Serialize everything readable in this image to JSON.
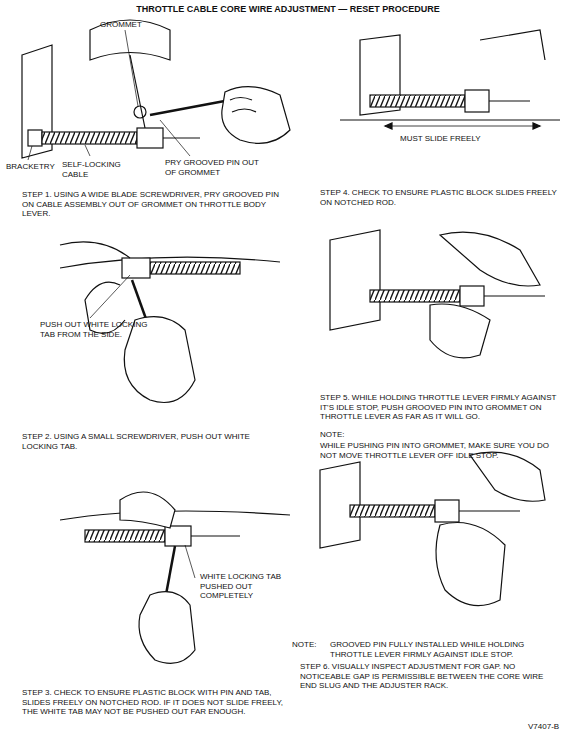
{
  "diagram": {
    "title": "THROTTLE CABLE CORE WIRE ADJUSTMENT — RESET PROCEDURE",
    "labels": [
      "GROMMET",
      "BRACKETRY",
      "SELF-LOCKING CABLE",
      "PRY GROOVED PIN OUT OF GROMMET",
      "STEP 1. USING A WIDE BLADE SCREWDRIVER, PRY GROOVED PIN ON CABLE ASSEMBLY OUT OF GROMMET ON THROTTLE BODY LEVER.",
      "MUST SLIDE FREELY",
      "STEP 4. CHECK TO ENSURE PLASTIC BLOCK SLIDES FREELY ON NOTCHED ROD.",
      "PUSH OUT WHITE LOCKING TAB FROM THE SIDE.",
      "STEP 2. USING A SMALL SCREWDRIVER, PUSH OUT WHITE LOCKING TAB.",
      "STEP 5. WHILE HOLDING THROTTLE LEVER FIRMLY AGAINST IT'S IDLE STOP, PUSH GROOVED PIN INTO GROMMET ON THROTTLE LEVER AS FAR AS IT WILL GO.",
      "NOTE:",
      "WHILE PUSHING PIN INTO GROMMET, MAKE SURE YOU DO NOT MOVE THROTTLE LEVER OFF IDLE STOP.",
      "WHITE LOCKING TAB PUSHED OUT COMPLETELY",
      "NOTE:",
      "GROOVED PIN FULLY INSTALLED WHILE HOLDING THROTTLE LEVER FIRMLY AGAINST IDLE STOP.",
      "STEP 3. CHECK TO ENSURE PLASTIC BLOCK WITH PIN AND TAB, SLIDES FREELY ON NOTCHED ROD. IF IT DOES NOT SLIDE FREELY, THE WHITE TAB MAY NOT BE PUSHED OUT FAR ENOUGH.",
      "STEP 6. VISUALLY INSPECT ADJUSTMENT FOR GAP. NO NOTICEABLE GAP IS PERMISSIBLE BETWEEN THE CORE WIRE END SLUG AND THE ADJUSTER RACK.",
      "V7407-B"
    ]
  }
}
